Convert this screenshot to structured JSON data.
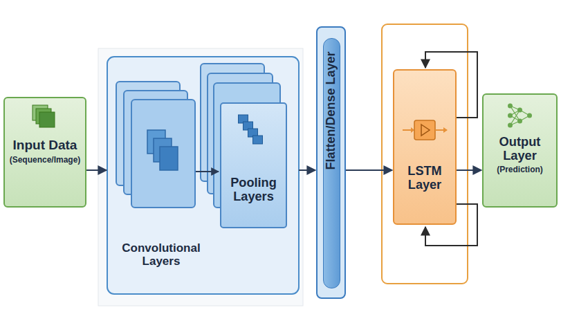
{
  "diagram": {
    "nodes": [
      {
        "text": [
          "Input Data",
          "(Sequence/Image)"
        ]
      },
      {
        "text": [
          "Convolutional Layers"
        ]
      },
      {
        "text": [
          "Pooling Layers"
        ],
        "in": 1
      },
      {
        "text": [
          "Flatten/Dense Layer"
        ]
      },
      {
        "text": [
          "LSTM Layer"
        ]
      },
      {
        "text": [
          "Output Layer",
          "(Prediction)"
        ]
      }
    ],
    "edges": [
      {
        "from": 0,
        "to": 1,
        "arrow": "to"
      },
      {
        "from": 1,
        "to": 3,
        "arrow": "to"
      },
      {
        "from": 3,
        "to": 4,
        "arrow": "to"
      },
      {
        "from": 4,
        "to": 5,
        "arrow": "to"
      }
    ]
  }
}
